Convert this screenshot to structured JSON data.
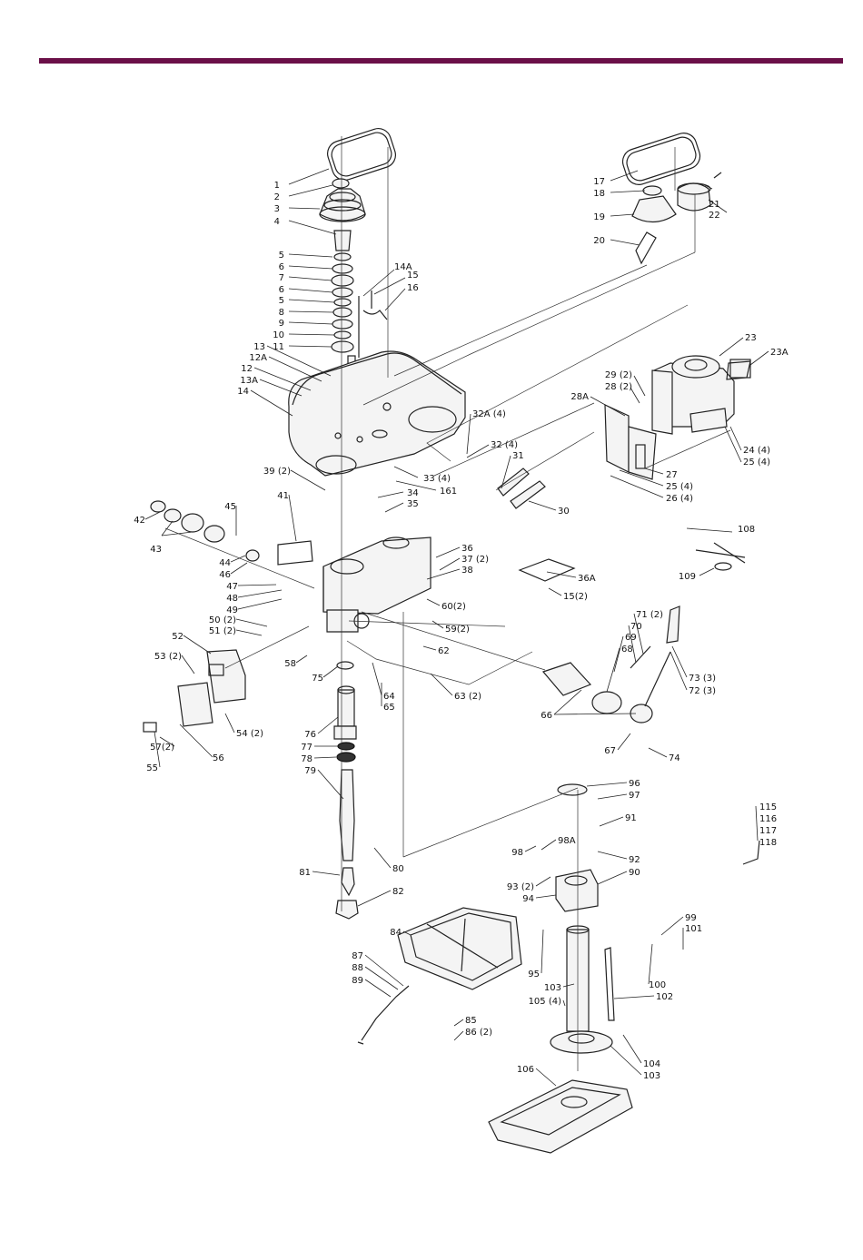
{
  "style": {
    "rule_color": "#6b1048",
    "line_color": "#222222"
  },
  "labels": [
    {
      "id": "p1",
      "text": "1"
    },
    {
      "id": "p2",
      "text": "2"
    },
    {
      "id": "p3",
      "text": "3"
    },
    {
      "id": "p4",
      "text": "4"
    },
    {
      "id": "p5a",
      "text": "5"
    },
    {
      "id": "p6a",
      "text": "6"
    },
    {
      "id": "p7",
      "text": "7"
    },
    {
      "id": "p6b",
      "text": "6"
    },
    {
      "id": "p5b",
      "text": "5"
    },
    {
      "id": "p8",
      "text": "8"
    },
    {
      "id": "p9",
      "text": "9"
    },
    {
      "id": "p10",
      "text": "10"
    },
    {
      "id": "p11",
      "text": "11"
    },
    {
      "id": "p13",
      "text": "13"
    },
    {
      "id": "p12A",
      "text": "12A"
    },
    {
      "id": "p12",
      "text": "12"
    },
    {
      "id": "p13A",
      "text": "13A"
    },
    {
      "id": "p14",
      "text": "14"
    },
    {
      "id": "p14A",
      "text": "14A"
    },
    {
      "id": "p15",
      "text": "15"
    },
    {
      "id": "p16",
      "text": "16"
    },
    {
      "id": "p17",
      "text": "17"
    },
    {
      "id": "p18",
      "text": "18"
    },
    {
      "id": "p19",
      "text": "19"
    },
    {
      "id": "p20",
      "text": "20"
    },
    {
      "id": "p21",
      "text": "21"
    },
    {
      "id": "p22",
      "text": "22"
    },
    {
      "id": "p23",
      "text": "23"
    },
    {
      "id": "p23A",
      "text": "23A"
    },
    {
      "id": "p29",
      "text": "29 (2)"
    },
    {
      "id": "p28",
      "text": "28 (2)"
    },
    {
      "id": "p28A",
      "text": "28A"
    },
    {
      "id": "p24",
      "text": "24 (4)"
    },
    {
      "id": "p25a",
      "text": "25 (4)"
    },
    {
      "id": "p27",
      "text": "27"
    },
    {
      "id": "p25b",
      "text": "25 (4)"
    },
    {
      "id": "p26",
      "text": "26 (4)"
    },
    {
      "id": "p32A",
      "text": "32A (4)"
    },
    {
      "id": "p32",
      "text": "32 (4)"
    },
    {
      "id": "p31",
      "text": "31"
    },
    {
      "id": "p30",
      "text": "30"
    },
    {
      "id": "p33",
      "text": "33 (4)"
    },
    {
      "id": "p161",
      "text": "161"
    },
    {
      "id": "p39",
      "text": "39 (2)"
    },
    {
      "id": "p34",
      "text": "34"
    },
    {
      "id": "p35",
      "text": "35"
    },
    {
      "id": "p41",
      "text": "41"
    },
    {
      "id": "p45",
      "text": "45"
    },
    {
      "id": "p42",
      "text": "42"
    },
    {
      "id": "p43",
      "text": "43"
    },
    {
      "id": "p44",
      "text": "44"
    },
    {
      "id": "p46",
      "text": "46"
    },
    {
      "id": "p36",
      "text": "36"
    },
    {
      "id": "p37",
      "text": "37 (2)"
    },
    {
      "id": "p38",
      "text": "38"
    },
    {
      "id": "p36A",
      "text": "36A"
    },
    {
      "id": "p15b",
      "text": "15(2)"
    },
    {
      "id": "p108",
      "text": "108"
    },
    {
      "id": "p109",
      "text": "109"
    },
    {
      "id": "p47",
      "text": "47"
    },
    {
      "id": "p48",
      "text": "48"
    },
    {
      "id": "p49",
      "text": "49"
    },
    {
      "id": "p60",
      "text": "60(2)"
    },
    {
      "id": "p50",
      "text": "50 (2)"
    },
    {
      "id": "p51",
      "text": "51 (2)"
    },
    {
      "id": "p59",
      "text": "59(2)"
    },
    {
      "id": "p52",
      "text": "52"
    },
    {
      "id": "p62",
      "text": "62"
    },
    {
      "id": "p71",
      "text": "71 (2)"
    },
    {
      "id": "p70",
      "text": "70"
    },
    {
      "id": "p69",
      "text": "69"
    },
    {
      "id": "p68",
      "text": "68"
    },
    {
      "id": "p53",
      "text": "53 (2)"
    },
    {
      "id": "p58",
      "text": "58"
    },
    {
      "id": "p75",
      "text": "75"
    },
    {
      "id": "p64",
      "text": "64"
    },
    {
      "id": "p65",
      "text": "65"
    },
    {
      "id": "p63",
      "text": "63 (2)"
    },
    {
      "id": "p73",
      "text": "73 (3)"
    },
    {
      "id": "p72",
      "text": "72 (3)"
    },
    {
      "id": "p66",
      "text": "66"
    },
    {
      "id": "p54",
      "text": "54 (2)"
    },
    {
      "id": "p57",
      "text": "57(2)"
    },
    {
      "id": "p56",
      "text": "56"
    },
    {
      "id": "p55",
      "text": "55"
    },
    {
      "id": "p76",
      "text": "76"
    },
    {
      "id": "p77",
      "text": "77"
    },
    {
      "id": "p78",
      "text": "78"
    },
    {
      "id": "p79",
      "text": "79"
    },
    {
      "id": "p67",
      "text": "67"
    },
    {
      "id": "p74",
      "text": "74"
    },
    {
      "id": "p96",
      "text": "96"
    },
    {
      "id": "p97",
      "text": "97"
    },
    {
      "id": "p115",
      "text": "115"
    },
    {
      "id": "p116",
      "text": "116"
    },
    {
      "id": "p117",
      "text": "117"
    },
    {
      "id": "p118",
      "text": "118"
    },
    {
      "id": "p91",
      "text": "91"
    },
    {
      "id": "p98A",
      "text": "98A"
    },
    {
      "id": "p98",
      "text": "98"
    },
    {
      "id": "p80",
      "text": "80"
    },
    {
      "id": "p92",
      "text": "92"
    },
    {
      "id": "p81",
      "text": "81"
    },
    {
      "id": "p90",
      "text": "90"
    },
    {
      "id": "p93",
      "text": "93 (2)"
    },
    {
      "id": "p94",
      "text": "94"
    },
    {
      "id": "p82",
      "text": "82"
    },
    {
      "id": "p84",
      "text": "84"
    },
    {
      "id": "p99",
      "text": "99"
    },
    {
      "id": "p101",
      "text": "101"
    },
    {
      "id": "p87",
      "text": "87"
    },
    {
      "id": "p88",
      "text": "88"
    },
    {
      "id": "p89",
      "text": "89"
    },
    {
      "id": "p95",
      "text": "95"
    },
    {
      "id": "p100",
      "text": "100"
    },
    {
      "id": "p103a",
      "text": "103"
    },
    {
      "id": "p105",
      "text": "105 (4)"
    },
    {
      "id": "p102",
      "text": "102"
    },
    {
      "id": "p85",
      "text": "85"
    },
    {
      "id": "p86",
      "text": "86 (2)"
    },
    {
      "id": "p104",
      "text": "104"
    },
    {
      "id": "p103b",
      "text": "103"
    },
    {
      "id": "p106",
      "text": "106"
    }
  ]
}
